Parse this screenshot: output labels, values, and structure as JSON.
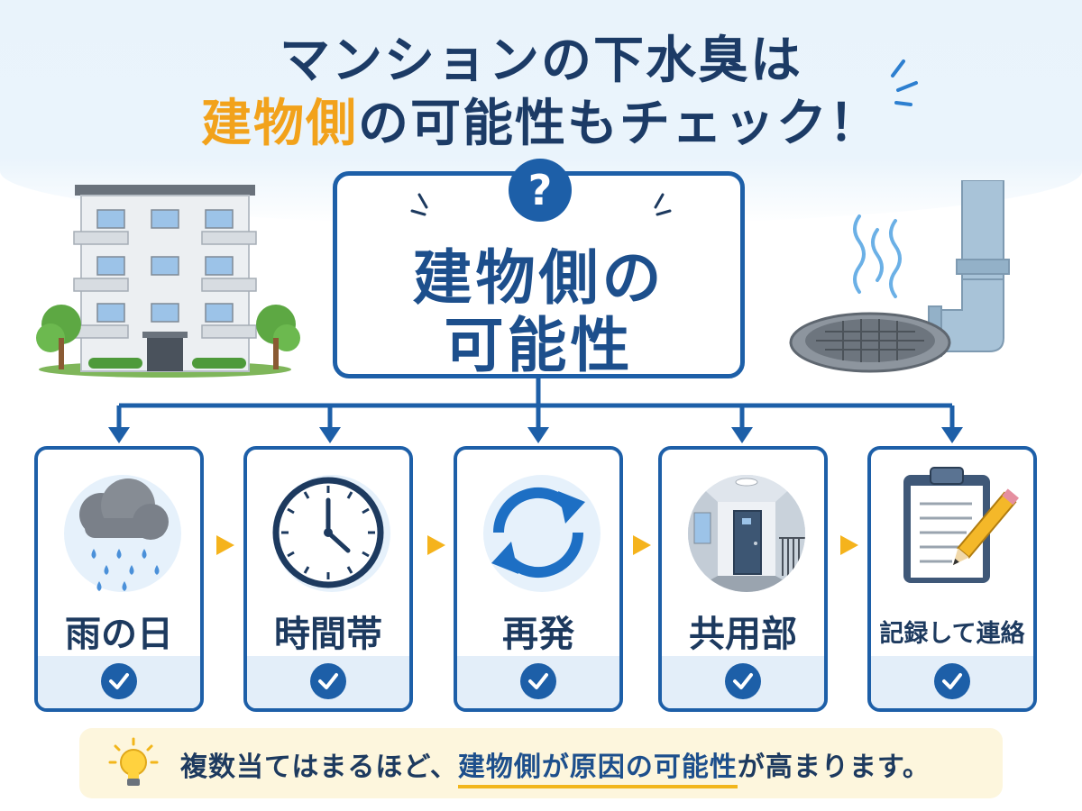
{
  "title": {
    "line1": "マンションの下水臭は",
    "line2_highlight": "建物側",
    "line2_rest": "の可能性もチェック！"
  },
  "center": {
    "badge": "?",
    "line1": "建物側の",
    "line2": "可能性"
  },
  "cards": [
    {
      "label": "雨の日",
      "icon": "rain-cloud-icon"
    },
    {
      "label": "時間帯",
      "icon": "clock-icon"
    },
    {
      "label": "再発",
      "icon": "recurrence-arrows-icon"
    },
    {
      "label": "共用部",
      "icon": "common-hallway-icon"
    },
    {
      "label": "記録して連絡",
      "icon": "clipboard-pencil-icon"
    }
  ],
  "footer": {
    "text_before": "複数当てはまるほど、",
    "text_emphasis": "建物側が原因の可能性",
    "text_after": "が高まります。"
  },
  "colors": {
    "primary": "#1d5fa8",
    "accent": "#f2a21b",
    "navy": "#1c3b66"
  }
}
